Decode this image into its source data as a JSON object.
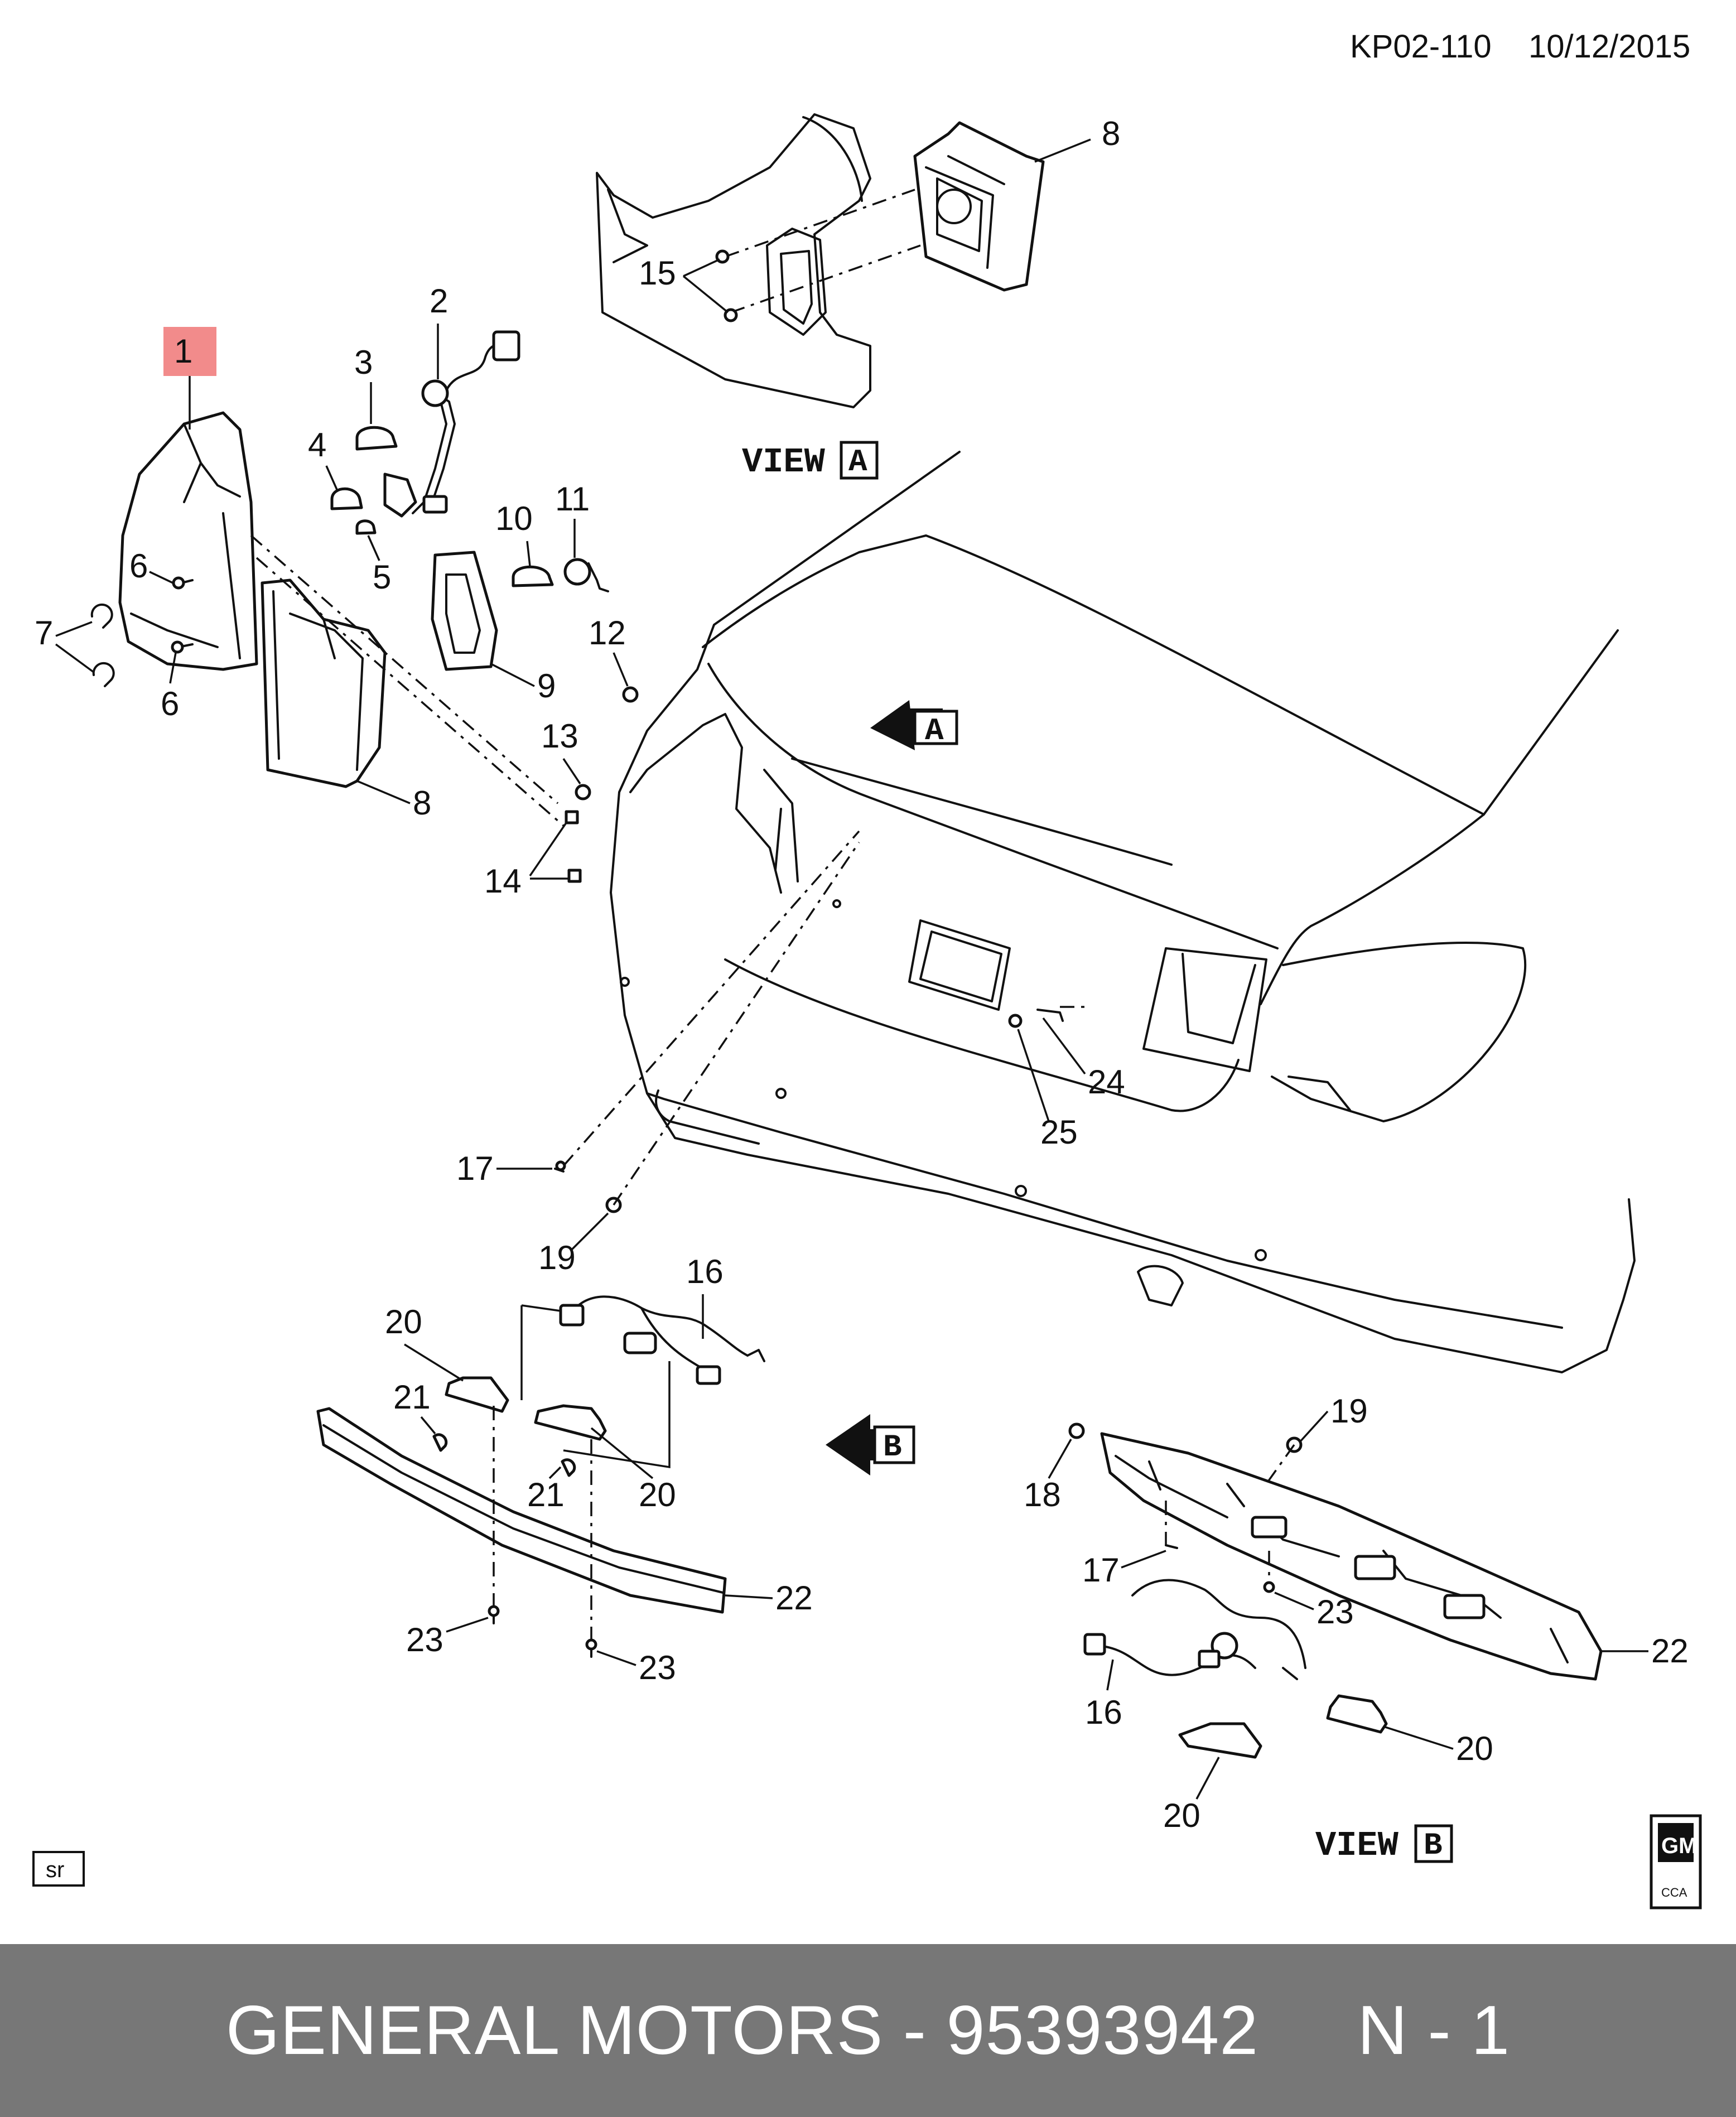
{
  "header": {
    "doc_code": "KP02-110",
    "date": "10/12/2015"
  },
  "callouts": {
    "c1": "1",
    "c2": "2",
    "c3": "3",
    "c4": "4",
    "c5": "5",
    "c6a": "6",
    "c6b": "6",
    "c7": "7",
    "c8a": "8",
    "c8b": "8",
    "c9": "9",
    "c10": "10",
    "c11": "11",
    "c12": "12",
    "c13": "13",
    "c14": "14",
    "c15": "15",
    "c16a": "16",
    "c16b": "16",
    "c17a": "17",
    "c17b": "17",
    "c18": "18",
    "c19a": "19",
    "c19b": "19",
    "c20a": "20",
    "c20b": "20",
    "c20c": "20",
    "c20d": "20",
    "c21a": "21",
    "c21b": "21",
    "c22a": "22",
    "c22b": "22",
    "c23a": "23",
    "c23b": "23",
    "c23c": "23",
    "c24": "24",
    "c25": "25"
  },
  "views": {
    "view_word": "VIEW",
    "view_a_letter": "A",
    "view_b_letter": "B",
    "arrow_a_letter": "A",
    "arrow_b_letter": "B"
  },
  "badges": {
    "sr": "sr",
    "gm": "GM",
    "cca": "CCA"
  },
  "highlight_color": "#f28b8b",
  "footer": {
    "text": "GENERAL MOTORS - 95393942     N - 1"
  }
}
